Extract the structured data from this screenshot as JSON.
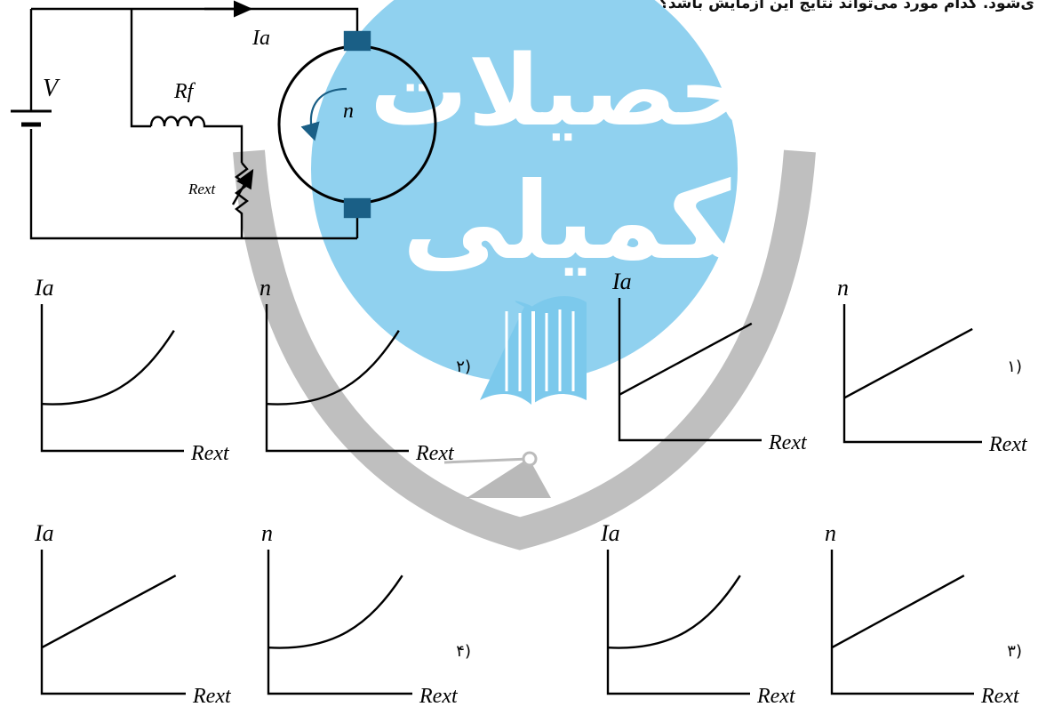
{
  "question": {
    "text_fragment": "ی‌شود. کدام مورد می‌تواند نتایج این آزمایش باشد؟"
  },
  "circuit": {
    "source_label": "V",
    "armature_current_label": "Ia",
    "field_resistance_label": "Rf",
    "external_resistance_label": "Rext",
    "speed_label": "n"
  },
  "watermark": {
    "text_line1": "تحصیلات",
    "text_line2": "تکمیلی",
    "color": "#7cc9ec"
  },
  "options": [
    {
      "label": "(۱",
      "graphs": [
        {
          "ylabel": "n",
          "xlabel": "Rext",
          "curve": "linear"
        },
        {
          "ylabel": "Ia",
          "xlabel": "Rext",
          "curve": "linear"
        }
      ]
    },
    {
      "label": "(۲",
      "graphs": [
        {
          "ylabel": "n",
          "xlabel": "Rext",
          "curve": "increasing-convex"
        },
        {
          "ylabel": "Ia",
          "xlabel": "Rext",
          "curve": "increasing-convex"
        }
      ]
    },
    {
      "label": "(۳",
      "graphs": [
        {
          "ylabel": "n",
          "xlabel": "Rext",
          "curve": "linear"
        },
        {
          "ylabel": "Ia",
          "xlabel": "Rext",
          "curve": "increasing-convex"
        }
      ]
    },
    {
      "label": "(۴",
      "graphs": [
        {
          "ylabel": "n",
          "xlabel": "Rext",
          "curve": "increasing-convex"
        },
        {
          "ylabel": "Ia",
          "xlabel": "Rext",
          "curve": "linear"
        }
      ]
    }
  ]
}
